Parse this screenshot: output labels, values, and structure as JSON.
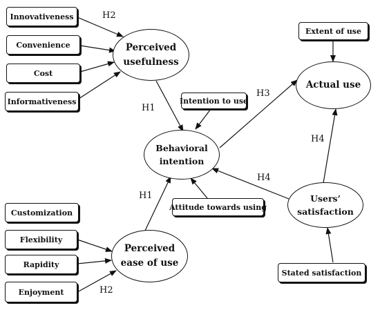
{
  "nodes": {
    "innovativeness": "Innovativeness",
    "convenience": "Convenience",
    "cost": "Cost",
    "informativeness": "Informativeness",
    "perceived_usefulness": [
      "Perceived",
      "usefulness"
    ],
    "intention_to_use": "Intention to use",
    "extent_of_use": "Extent of use",
    "actual_use": "Actual use",
    "behavioral_intention": [
      "Behavioral",
      "intention"
    ],
    "attitude_towards_using": "Attitude towards using",
    "users_satisfaction": [
      "Users’",
      "satisfaction"
    ],
    "stated_satisfaction": "Stated satisfaction",
    "customization": "Customization",
    "flexibility": "Flexibility",
    "rapidity": "Rapidity",
    "enjoyment": "Enjoyment",
    "perceived_ease_of_use": [
      "Perceived",
      "ease of use"
    ]
  },
  "hypotheses": {
    "h2_top": "H2",
    "h1_top": "H1",
    "h3": "H3",
    "h4_right": "H4",
    "h4_mid": "H4",
    "h1_bottom": "H1",
    "h2_bottom": "H2"
  },
  "colors": {
    "stroke": "#111111",
    "background": "#ffffff"
  }
}
